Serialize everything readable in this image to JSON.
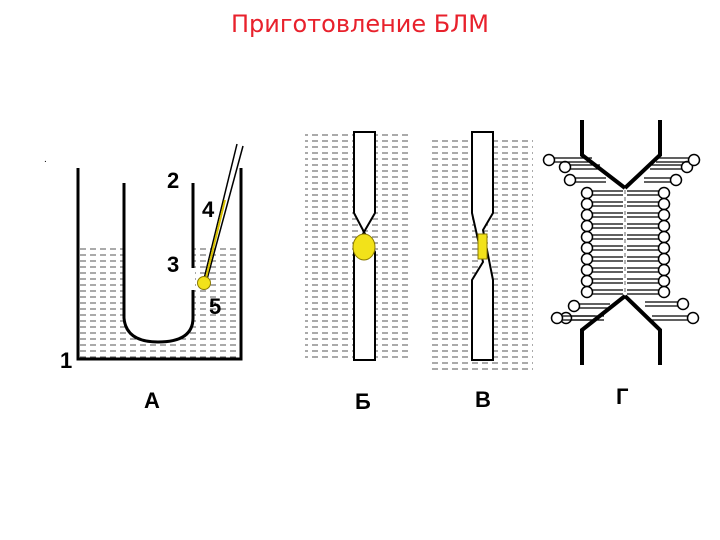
{
  "title": "Приготовление БЛМ",
  "labels": {
    "n1": "1",
    "n2": "2",
    "n3": "3",
    "n4": "4",
    "n5": "5",
    "panelA": "А",
    "panelB": "Б",
    "panelV": "В",
    "panelG": "Г"
  },
  "colors": {
    "title": "#e8212c",
    "droplet": "#f2e21a",
    "outline": "#000000",
    "water_hatch": "#555555"
  }
}
